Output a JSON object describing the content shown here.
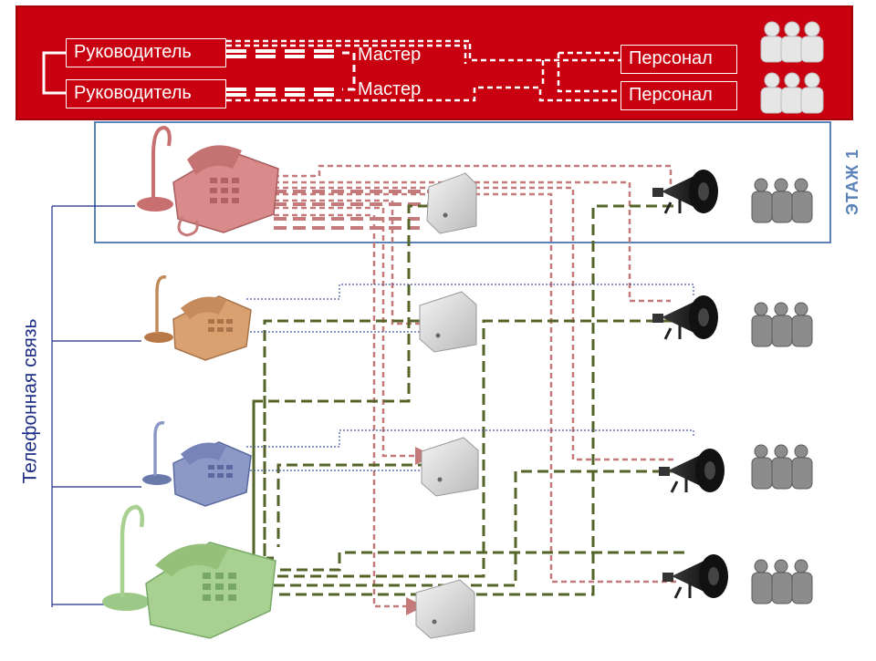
{
  "header": {
    "managers": [
      "Руководитель",
      "Руководитель"
    ],
    "masters": [
      "Мастер",
      "Мастер"
    ],
    "staff": [
      "Персонал",
      "Персонал"
    ]
  },
  "floor_label": "ЭТАЖ 1",
  "side_label": "Телефонная связь",
  "colors": {
    "header_bg": "#c8000f",
    "floor_border": "#5b82b8",
    "olive_line": "#55652a",
    "pink_line": "#c47a7a",
    "blue_line": "#4a5aa8",
    "phone_pink": "#d98a8a",
    "phone_orange": "#d9a070",
    "phone_blue": "#8c98c6",
    "phone_green": "#a8d090"
  },
  "icons": [
    "desk-phone-icon",
    "microphone-icon",
    "wall-speaker-icon",
    "horn-speaker-icon",
    "people-group-icon"
  ]
}
